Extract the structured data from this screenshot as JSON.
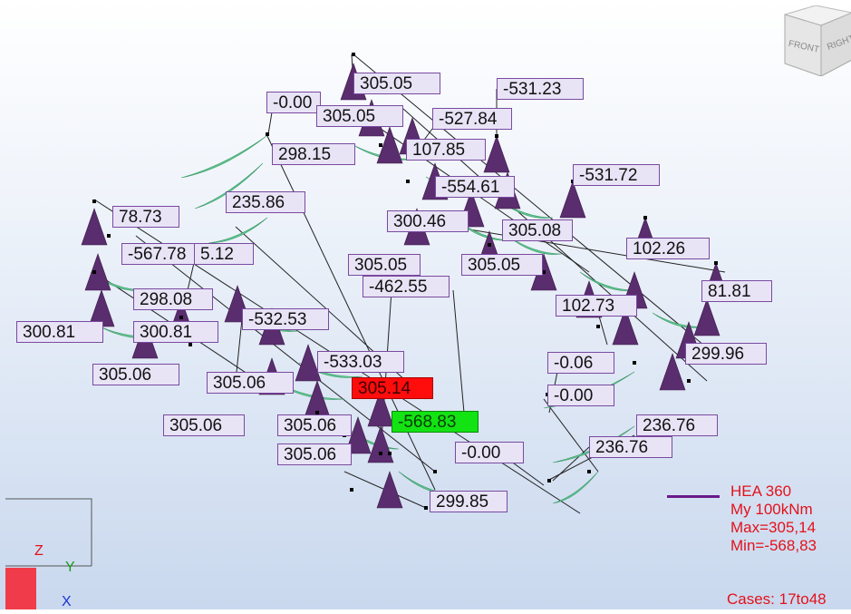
{
  "labels": [
    {
      "text": "-0.00"
    },
    {
      "text": "305.05"
    },
    {
      "text": "-531.23"
    },
    {
      "text": "305.05"
    },
    {
      "text": "-527.84"
    },
    {
      "text": "298.15"
    },
    {
      "text": "107.85"
    },
    {
      "text": "-531.72"
    },
    {
      "text": "-554.61"
    },
    {
      "text": "235.86"
    },
    {
      "text": "78.73"
    },
    {
      "text": "300.46"
    },
    {
      "text": "305.08"
    },
    {
      "text": "-567.78"
    },
    {
      "text": "5.12"
    },
    {
      "text": "102.26"
    },
    {
      "text": "305.05"
    },
    {
      "text": "305.05"
    },
    {
      "text": "-462.55"
    },
    {
      "text": "81.81"
    },
    {
      "text": "298.08"
    },
    {
      "text": "102.73"
    },
    {
      "text": "-532.53"
    },
    {
      "text": "300.81"
    },
    {
      "text": "300.81"
    },
    {
      "text": "299.96"
    },
    {
      "text": "-533.03"
    },
    {
      "text": "305.06"
    },
    {
      "text": "-0.06"
    },
    {
      "text": "305.06"
    },
    {
      "text": "305.14"
    },
    {
      "text": "-0.00"
    },
    {
      "text": "-568.83"
    },
    {
      "text": "305.06"
    },
    {
      "text": "305.06"
    },
    {
      "text": "236.76"
    },
    {
      "text": "236.76"
    },
    {
      "text": "305.06"
    },
    {
      "text": "-0.00"
    },
    {
      "text": "299.85"
    }
  ],
  "legend": {
    "section": "HEA 360",
    "quantity": "My  100kNm",
    "max": "Max=305,14",
    "min": "Min=-568,83",
    "line_color": "#6a1a8a"
  },
  "cases": "Cases: 17to48",
  "view_cube": {
    "front": "FRONT",
    "right": "RIGHT"
  },
  "axes": {
    "z": "Z",
    "y": "Y",
    "x": "X"
  },
  "colors": {
    "positive_fill": "#5fc890",
    "negative_fill": "#5a2d6e",
    "max_label": "#ff0c0c",
    "min_label": "#13e313",
    "label_border": "#7a4aa0"
  }
}
